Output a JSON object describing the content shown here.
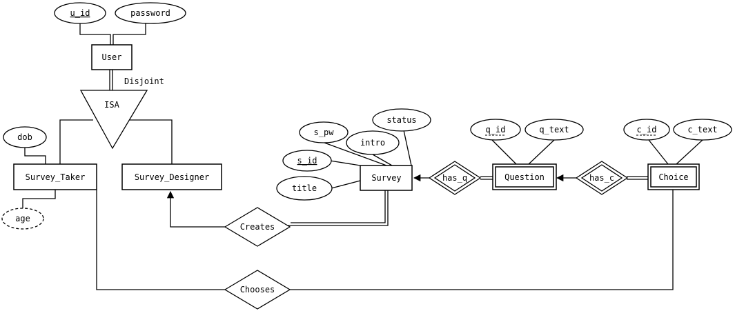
{
  "entities": {
    "user": "User",
    "survey_taker": "Survey_Taker",
    "survey_designer": "Survey_Designer",
    "survey": "Survey",
    "question": "Question",
    "choice": "Choice"
  },
  "attributes": {
    "u_id": "u_id",
    "password": "password",
    "dob": "dob",
    "age": "age",
    "s_pw": "s_pw",
    "intro": "intro",
    "status": "status",
    "s_id": "s_id",
    "title": "title",
    "q_id": "q_id",
    "q_text": "q_text",
    "c_id": "c_id",
    "c_text": "c_text"
  },
  "relationships": {
    "creates": "Creates",
    "chooses": "Chooses",
    "has_q": "has_q",
    "has_c": "has_c"
  },
  "isa": {
    "label": "ISA",
    "constraint": "Disjoint"
  }
}
